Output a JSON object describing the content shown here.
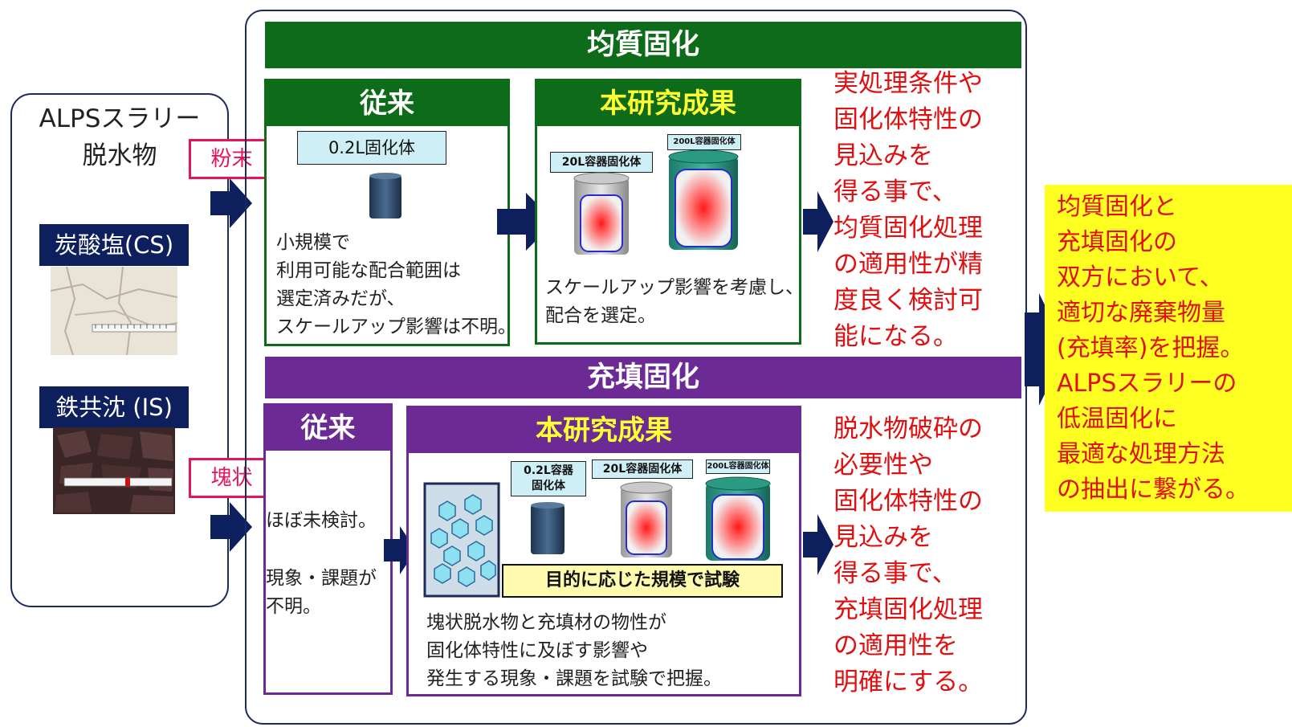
{
  "left": {
    "title_line1": "ALPSスラリー",
    "title_line2": "脱水物",
    "cs_label": "炭酸塩(CS)",
    "is_label": "鉄共沈 (IS)",
    "tag_powder": "粉末",
    "tag_lump": "塊状"
  },
  "uniform": {
    "band": "均質固化",
    "conv_header": "従来",
    "conv_caption": "0.2L固化体",
    "conv_text": "小規模で\n利用可能な配合範囲は\n選定済みだが、\nスケールアップ影響は不明。",
    "res_header": "本研究成果",
    "res_cap_20l": "20L容器固化体",
    "res_cap_200l": "200L容器固化体",
    "res_text": "スケールアップ影響を考慮し、\n配合を選定。",
    "outcome": "実処理条件や\n固化体特性の\n見込みを\n得る事で、\n均質固化処理\nの適用性が精\n度良く検討可\n能になる。"
  },
  "filling": {
    "band": "充填固化",
    "conv_header": "従来",
    "conv_text1": "ほぼ未検討。",
    "conv_text2": "現象・課題が\n不明。",
    "res_header": "本研究成果",
    "res_cap_02l": "0.2L容器\n固化体",
    "res_cap_20l": "20L容器固化体",
    "res_cap_200l": "200L容器固化体",
    "test_label": "目的に応じた規模で試験",
    "res_text": "塊状脱水物と充填材の物性が\n固化体特性に及ぼす影響や\n発生する現象・課題を試験で把握。",
    "outcome": "脱水物破砕の\n必要性や\n固化体特性の\n見込みを\n得る事で、\n充填固化処理\nの適用性を\n明確にする。"
  },
  "conclusion": "均質固化と\n充填固化の\n双方において、\n適切な廃棄物量\n(充填率)を把握。\nALPSスラリーの\n低温固化に\n最適な処理方法\nの抽出に繋がる。",
  "colors": {
    "green": "#0e6b1a",
    "purple": "#6c2a95",
    "navy": "#0d1f5c",
    "red": "#e01010",
    "highlight": "#ffff22",
    "tag_pink": "#e8145a"
  },
  "icons": [
    "arrow-right-icon",
    "cylinder-sample-icon",
    "pail-icon",
    "drum-icon",
    "hexagon-fill-icon"
  ]
}
